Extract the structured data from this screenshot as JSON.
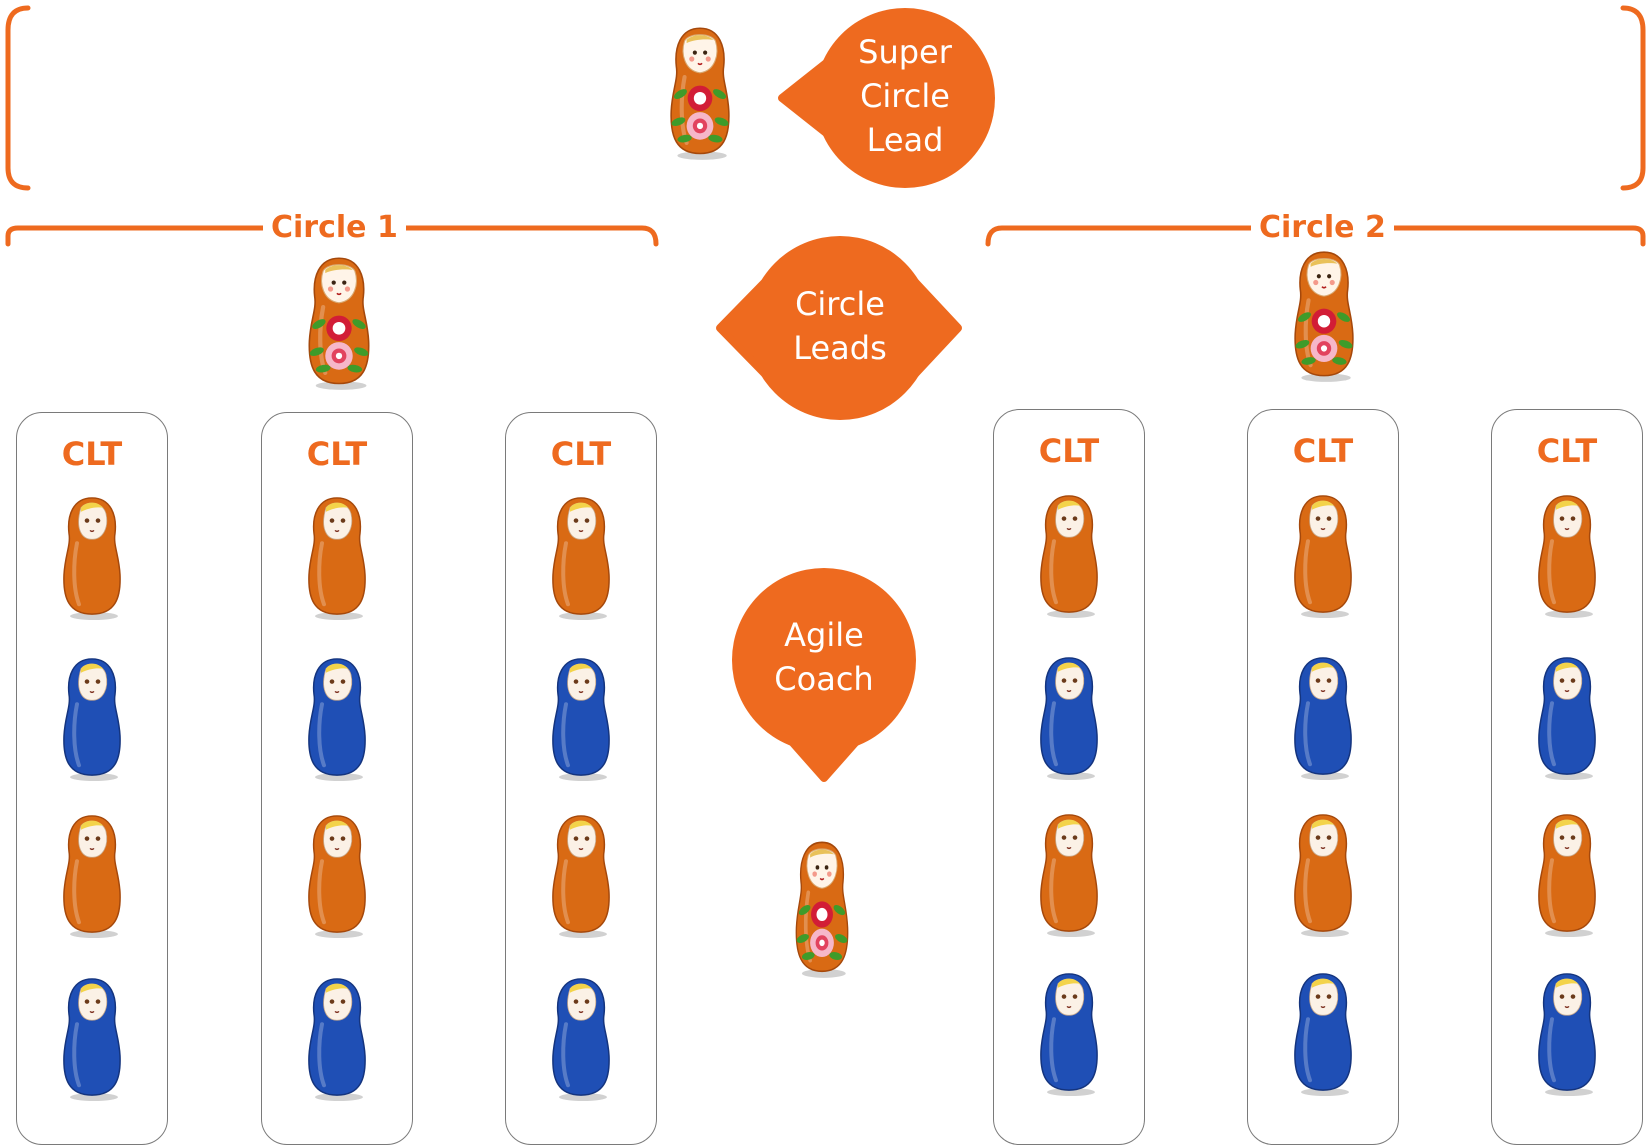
{
  "super_circle": {
    "bubble_lines": [
      "Super",
      "Circle",
      "Lead"
    ]
  },
  "circle_leads_bubble": {
    "lines": [
      "Circle",
      "Leads"
    ]
  },
  "agile_coach_bubble": {
    "lines": [
      "Agile",
      "Coach"
    ]
  },
  "circles": [
    {
      "title": "Circle 1",
      "teams": [
        {
          "label": "CLT",
          "members": [
            "orange",
            "blue",
            "orange",
            "blue"
          ]
        },
        {
          "label": "CLT",
          "members": [
            "orange",
            "blue",
            "orange",
            "blue"
          ]
        },
        {
          "label": "CLT",
          "members": [
            "orange",
            "blue",
            "orange",
            "blue"
          ]
        }
      ]
    },
    {
      "title": "Circle 2",
      "teams": [
        {
          "label": "CLT",
          "members": [
            "orange",
            "blue",
            "orange",
            "blue"
          ]
        },
        {
          "label": "CLT",
          "members": [
            "orange",
            "blue",
            "orange",
            "blue"
          ]
        },
        {
          "label": "CLT",
          "members": [
            "orange",
            "blue",
            "orange",
            "blue"
          ]
        }
      ]
    }
  ],
  "colors": {
    "accent": "#ee6a1f",
    "doll_orange": "#d96a14",
    "doll_blue": "#1f4fb5",
    "box_border": "#7a7a7a"
  },
  "icons": {
    "lead_doll": "decorated-matryoshka-icon",
    "member_doll_orange": "orange-matryoshka-icon",
    "member_doll_blue": "blue-matryoshka-icon",
    "coach_doll": "decorated-matryoshka-icon"
  }
}
